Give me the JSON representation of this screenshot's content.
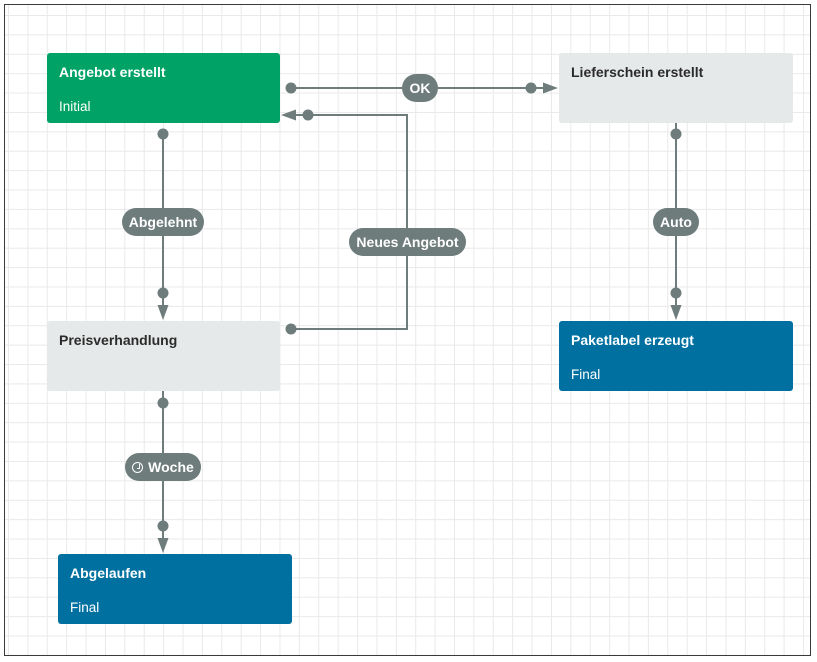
{
  "diagram": {
    "states": {
      "angebot_erstellt": {
        "title": "Angebot erstellt",
        "subtitle": "Initial"
      },
      "lieferschein_erstellt": {
        "title": "Lieferschein erstellt",
        "subtitle": ""
      },
      "preisverhandlung": {
        "title": "Preisverhandlung",
        "subtitle": ""
      },
      "paketlabel_erzeugt": {
        "title": "Paketlabel erzeugt",
        "subtitle": "Final"
      },
      "abgelaufen": {
        "title": "Abgelaufen",
        "subtitle": "Final"
      }
    },
    "transitions": {
      "ok": {
        "label": "OK"
      },
      "abgelehnt": {
        "label": "Abgelehnt"
      },
      "neues_angebot": {
        "label": "Neues Angebot"
      },
      "auto": {
        "label": "Auto"
      },
      "woche": {
        "label": "Woche",
        "icon": "clock-icon"
      }
    },
    "colors": {
      "initial": "#00a266",
      "normal": "#e6e9e9",
      "final": "#0070a0",
      "edge": "#6f7c7c"
    }
  }
}
